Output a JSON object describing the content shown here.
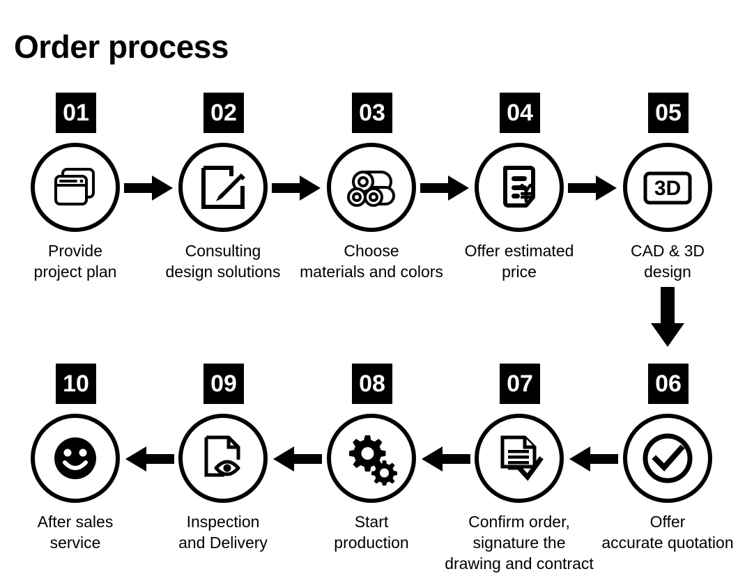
{
  "title": "Order process",
  "theme": {
    "ink": "#000000",
    "background": "#ffffff",
    "badge_background": "#000000",
    "badge_text": "#ffffff"
  },
  "flow": {
    "row1_direction": "left-to-right",
    "row2_direction": "right-to-left",
    "row_connector": "down-arrow"
  },
  "steps": [
    {
      "number": "01",
      "caption": "Provide\nproject plan",
      "icon": "stacked-windows-icon",
      "row": 1,
      "column": 1
    },
    {
      "number": "02",
      "caption": "Consulting\ndesign solutions",
      "icon": "pencil-edit-square-icon",
      "row": 1,
      "column": 2
    },
    {
      "number": "03",
      "caption": "Choose\nmaterials and colors",
      "icon": "stacked-pipes-icon",
      "row": 1,
      "column": 3
    },
    {
      "number": "04",
      "caption": "Offer estimated\nprice",
      "icon": "invoice-yen-icon",
      "row": 1,
      "column": 4
    },
    {
      "number": "05",
      "caption": "CAD & 3D\ndesign",
      "icon": "three-d-screen-icon",
      "icon_label": "3D",
      "row": 1,
      "column": 5
    },
    {
      "number": "06",
      "caption": "Offer\naccurate quotation",
      "icon": "check-circle-icon",
      "row": 2,
      "column": 5
    },
    {
      "number": "07",
      "caption": "Confirm order,\nsignature the\ndrawing and contract",
      "icon": "document-check-icon",
      "row": 2,
      "column": 4
    },
    {
      "number": "08",
      "caption": "Start\nproduction",
      "icon": "gears-icon",
      "row": 2,
      "column": 3
    },
    {
      "number": "09",
      "caption": "Inspection\nand Delivery",
      "icon": "document-eye-icon",
      "row": 2,
      "column": 2
    },
    {
      "number": "10",
      "caption": "After sales\nservice",
      "icon": "smiley-face-icon",
      "row": 2,
      "column": 1
    }
  ]
}
